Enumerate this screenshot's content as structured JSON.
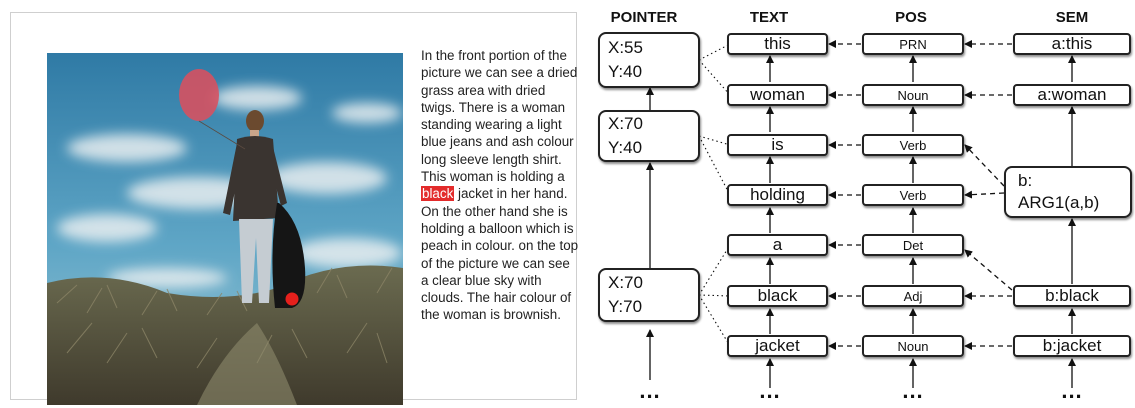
{
  "caption": {
    "before": "In the front portion of the picture we can see a dried grass area with dried twigs. There is a woman standing wearing a light blue jeans and ash colour long sleeve length shirt. This woman is holding a ",
    "highlight": "black",
    "after": " jacket in her hand. On the other hand she is holding a balloon which is peach in colour. on the top of the picture we can see a clear blue sky with clouds. The hair colour of the woman is brownish."
  },
  "colors": {
    "highlight": "#e32b2b",
    "balloon": "#d9505e",
    "pointer_dot": "#e5201c"
  },
  "diagram": {
    "headers": {
      "pointer": "POINTER",
      "text": "TEXT",
      "pos": "POS",
      "sem": "SEM"
    },
    "pointers": [
      {
        "x": "X:55",
        "y": "Y:40"
      },
      {
        "x": "X:70",
        "y": "Y:40"
      },
      {
        "x": "X:70",
        "y": "Y:70"
      }
    ],
    "text": [
      "this",
      "woman",
      "is",
      "holding",
      "a",
      "black",
      "jacket"
    ],
    "pos": [
      "PRN",
      "Noun",
      "Verb",
      "Verb",
      "Det",
      "Adj",
      "Noun"
    ],
    "sem": {
      "this": "a:this",
      "woman": "a:woman",
      "arg_line1": "b:",
      "arg_line2": "ARG1(a,b)",
      "black": "b:black",
      "jacket": "b:jacket"
    },
    "ellipsis": "..."
  }
}
